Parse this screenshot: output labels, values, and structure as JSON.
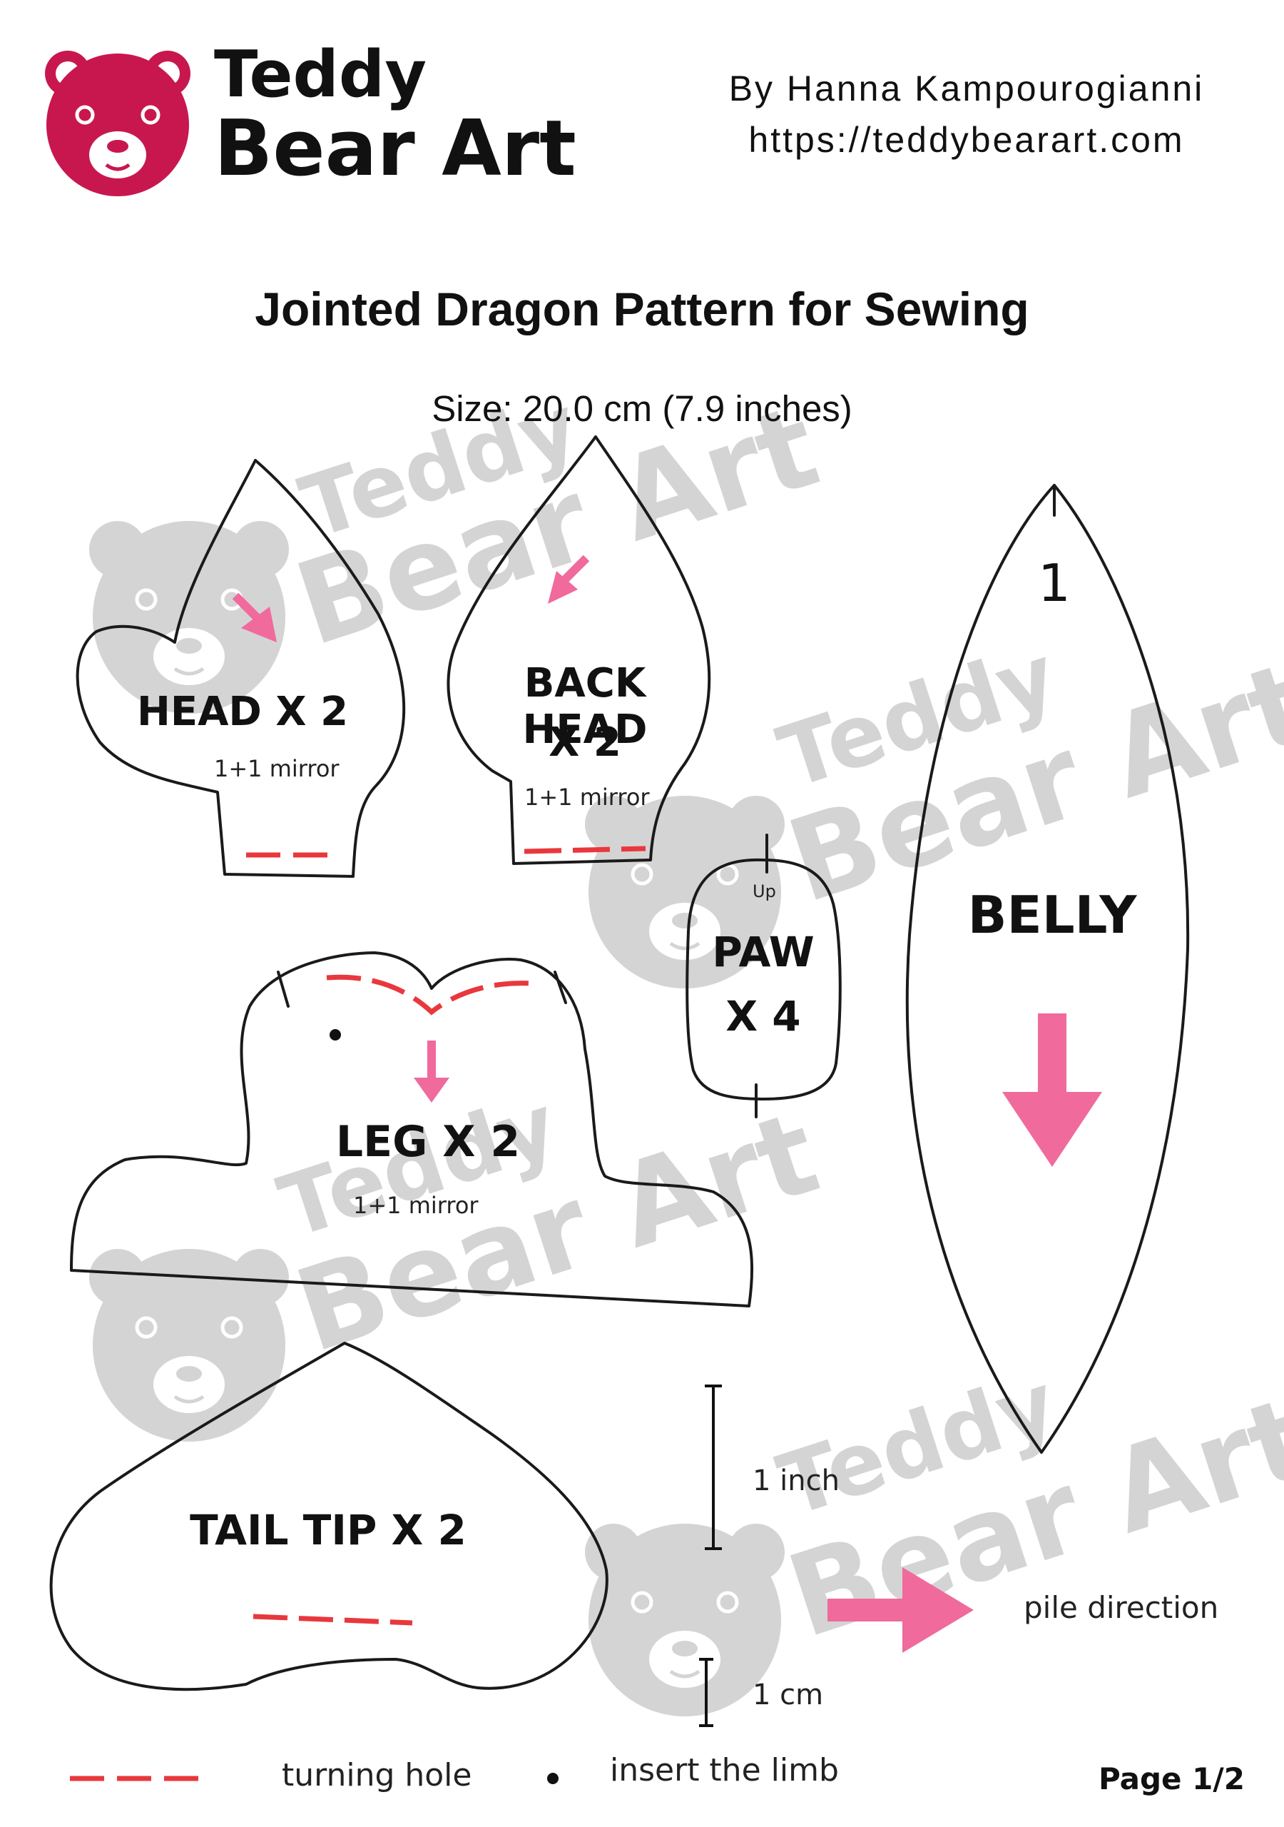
{
  "header": {
    "logo_line1": "Teddy",
    "logo_line2": "Bear Art",
    "author": "By Hanna Kampourogianni",
    "url": "https://teddybearart.com"
  },
  "title": "Jointed Dragon Pattern for Sewing",
  "size": "Size: 20.0 cm (7.9 inches)",
  "pieces": {
    "head": {
      "label": "HEAD X 2",
      "note": "1+1 mirror"
    },
    "back_head": {
      "label_line1": "BACK HEAD",
      "label_line2": "X 2",
      "note": "1+1 mirror"
    },
    "paw": {
      "up": "Up",
      "label_line1": "PAW",
      "label_line2": "X 4"
    },
    "belly": {
      "number": "1",
      "label": "BELLY"
    },
    "leg": {
      "label": "LEG X 2",
      "note": "1+1 mirror"
    },
    "tail_tip": {
      "label": "TAIL TIP X 2"
    }
  },
  "scale": {
    "inch": "1 inch",
    "cm": "1 cm"
  },
  "pile_direction": "pile direction",
  "legend": {
    "turning_hole": "turning hole",
    "insert_limb": "insert the limb"
  },
  "page": "Page 1/2",
  "watermark_text": "Teddy Bear Art",
  "colors": {
    "brand": "#c8174f",
    "arrow": "#f06a9c",
    "turning_hole": "#e8383d",
    "watermark": "#cfcfcf"
  }
}
